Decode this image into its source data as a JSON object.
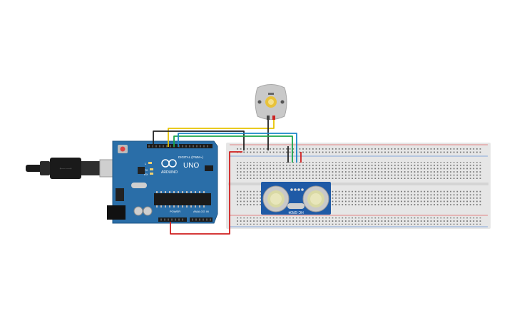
{
  "canvas": {
    "background": "#ffffff"
  },
  "arduino": {
    "board_text": "UNO",
    "brand_text": "ARDUINO",
    "header_digital": "DIGITAL (PWM~)",
    "header_power": "POWER",
    "header_analog": "ANALOG IN",
    "pin_on": "ON",
    "pin_tx": "TX",
    "pin_rx": "RX",
    "pin_l": "L",
    "board_color": "#2a6ea8",
    "header_color": "#1c1c1c"
  },
  "sensor": {
    "model_text": "HC-SR04",
    "board_color": "#1f5aa6",
    "transducer_color": "#c9c9c9"
  },
  "motor": {
    "body_color": "#c9c9c9",
    "shaft_color": "#e8c23a"
  },
  "breadboard": {
    "body_color": "#e6e6e6",
    "rail_red": "#d22",
    "rail_blue": "#26c"
  },
  "wires": {
    "yellow": "#e6c200",
    "black": "#222222",
    "green": "#1aa64a",
    "blue": "#1a86c8",
    "red": "#d01e1e"
  },
  "usb": {
    "cable_color": "#1a1a1a",
    "plug_color": "#c9c9c9"
  }
}
